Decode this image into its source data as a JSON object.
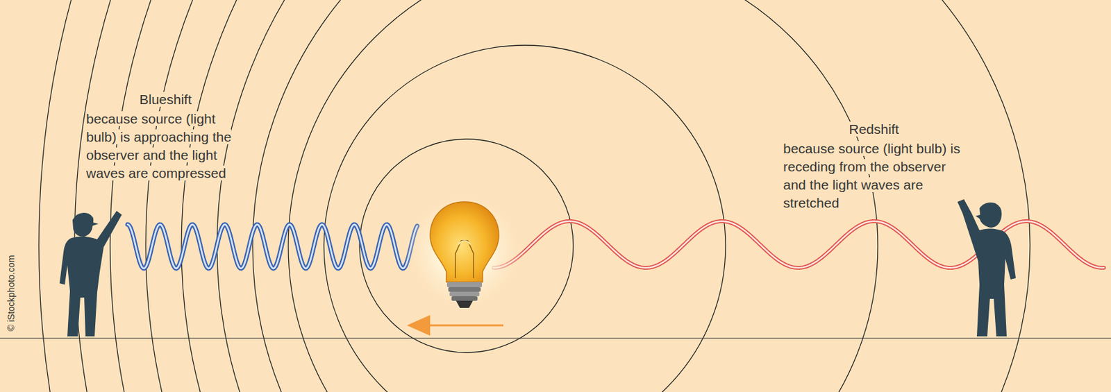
{
  "diagram": {
    "labels": [
      "Blueshift",
      "because source (light bulb) is approaching the observer and the light waves are compressed",
      "Redshift",
      "because source (light bulb) is receding from the observer and the light waves are stretched",
      "© iStockphoto.com"
    ]
  }
}
